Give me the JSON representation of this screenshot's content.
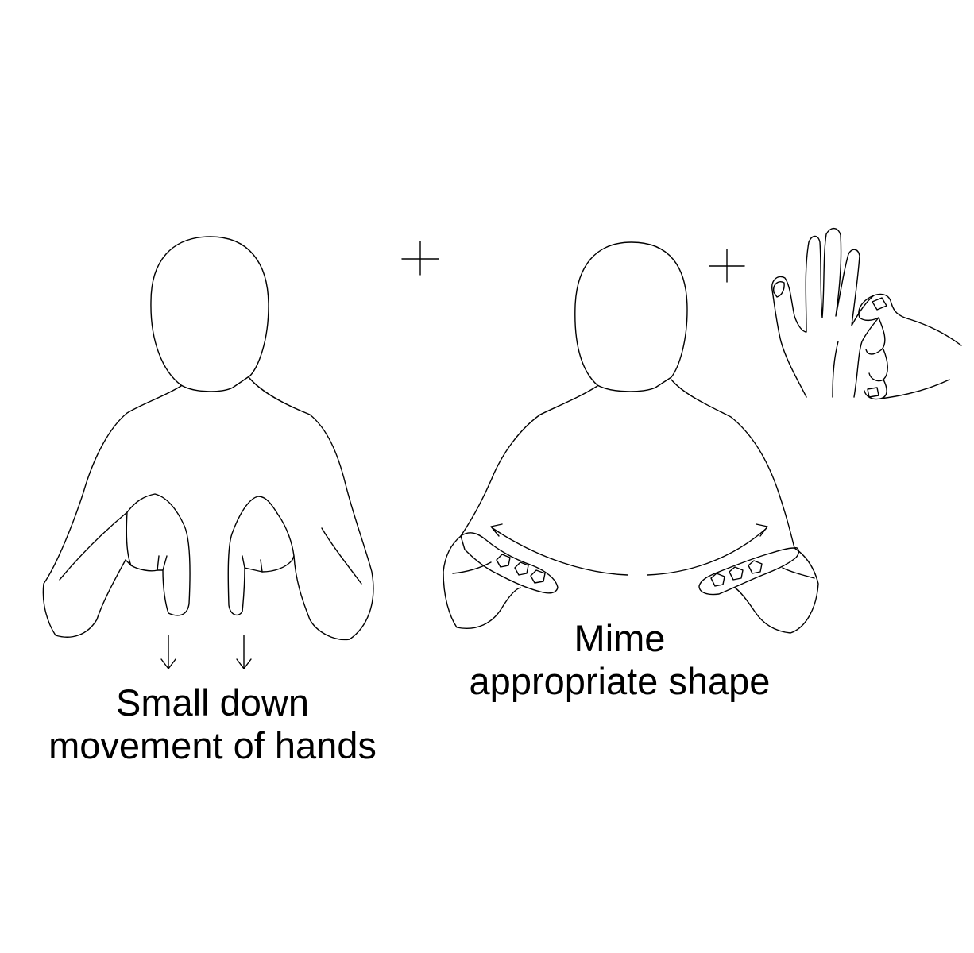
{
  "captions": {
    "left": {
      "line1": "Small down",
      "line2": "movement of hands"
    },
    "right": {
      "line1": "Mime",
      "line2": "appropriate shape"
    }
  },
  "icons": {
    "plus_1": "plus-icon",
    "plus_2": "plus-icon",
    "down_arrows": "down-arrow-icon",
    "curved_arrows": "curved-arrow-icon",
    "fingerspell_hand": "fingerspelling-hand-icon"
  },
  "colors": {
    "stroke": "#000000",
    "background": "#ffffff"
  }
}
